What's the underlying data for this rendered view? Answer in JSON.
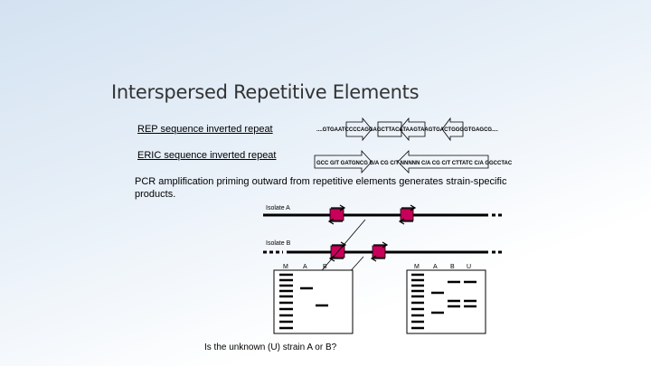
{
  "title": "Interspersed Repetitive Elements",
  "rep": {
    "label": "REP sequence inverted repeat",
    "sequence": "....GTGAATCCCCAGGAGCTTACATAAGTAAGTGACTGGGGTGAGCG...."
  },
  "eric": {
    "label": "ERIC sequence inverted repeat",
    "sequence": "GCC G/T GATGNCG G/A CG C/T NNNNN C/A CG C/T CTTATC C/A GGCCTAC"
  },
  "description": "PCR amplification priming outward from repetitive elements generates strain-specific products.",
  "isolates": [
    "Isolate A",
    "Isolate B"
  ],
  "gels": [
    {
      "lanes": [
        "M",
        "A",
        "B"
      ]
    },
    {
      "lanes": [
        "M",
        "A",
        "B",
        "U"
      ]
    }
  ],
  "question": "Is the unknown (U) strain A or B?",
  "colors": {
    "element": "#c8005a",
    "line": "#000000",
    "title": "#333333"
  }
}
